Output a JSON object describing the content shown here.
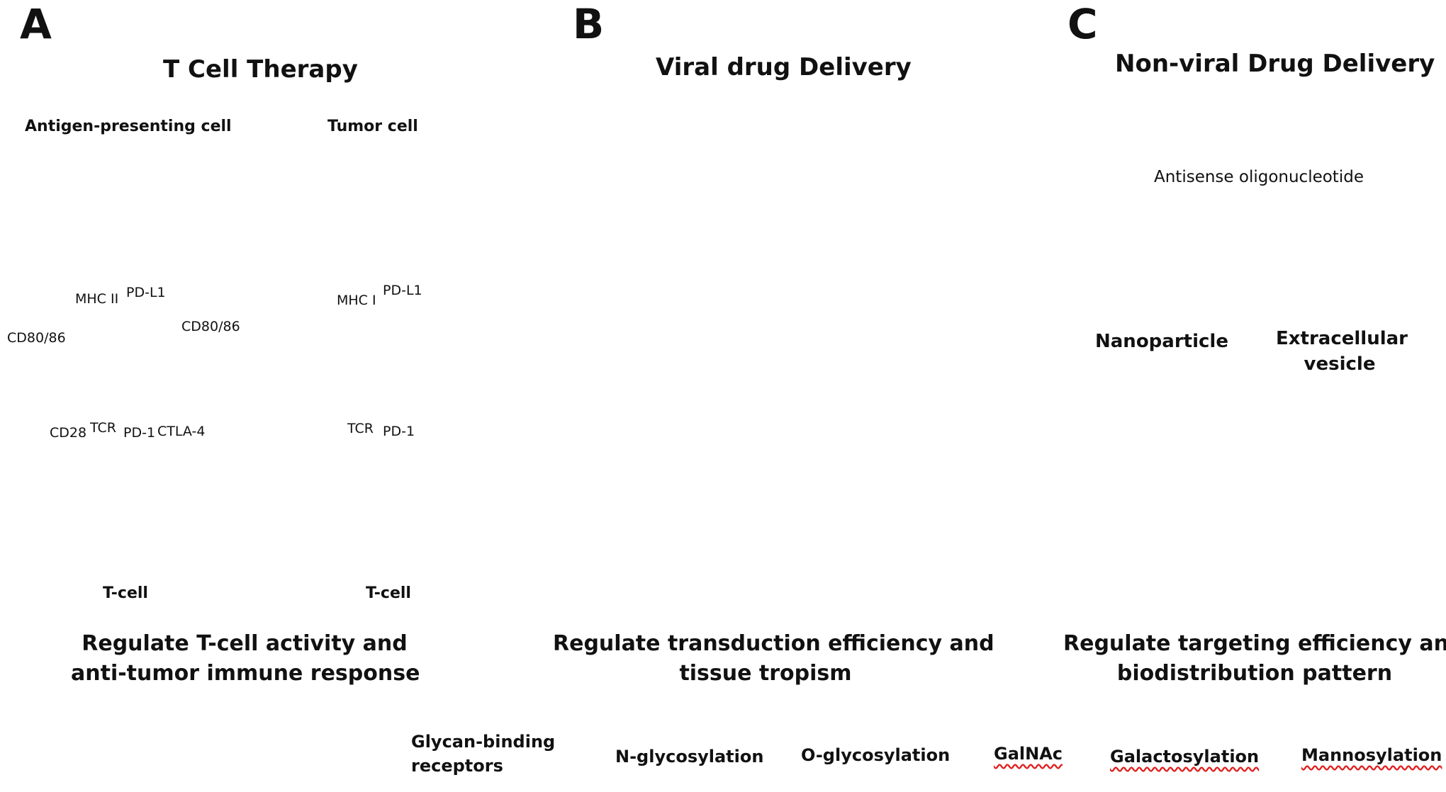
{
  "panels": {
    "a": {
      "letter": "A",
      "title": "T Cell Therapy",
      "apc_label": "Antigen-presenting cell",
      "tumor_label": "Tumor cell",
      "tcell_left": "T-cell",
      "tcell_right": "T-cell",
      "receptors": {
        "mhc2": "MHC II",
        "pdl1_left": "PD-L1",
        "cd8086_left": "CD80/86",
        "cd8086_right": "CD80/86",
        "cd28": "CD28",
        "tcr_left": "TCR",
        "pd1_left": "PD-1",
        "ctla4": "CTLA-4",
        "mhc1": "MHC I",
        "pdl1_right": "PD-L1",
        "tcr_right": "TCR",
        "pd1_right": "PD-1"
      },
      "caption_line1": "Regulate T-cell activity and",
      "caption_line2": "anti-tumor immune response"
    },
    "b": {
      "letter": "B",
      "title": "Viral drug Delivery",
      "caption_line1": "Regulate transduction efficiency and",
      "caption_line2": "tissue tropism"
    },
    "c": {
      "letter": "C",
      "title": "Non-viral Drug Delivery",
      "aso_label": "Antisense oligonucleotide",
      "nanoparticle_label": "Nanoparticle",
      "ev_label_line1": "Extracellular",
      "ev_label_line2": "vesicle",
      "caption_line1": "Regulate targeting efficiency and",
      "caption_line2": "biodistribution pattern"
    }
  },
  "legend": {
    "glycan_binding_line1": "Glycan-binding",
    "glycan_binding_line2": "receptors",
    "n_glyco": "N-glycosylation",
    "o_glyco": "O-glycosylation",
    "galnac": "GalNAc",
    "galacto": "Galactosylation",
    "manno": "Mannosylation"
  },
  "colors": {
    "nucleus_dark": "#2b4f8e",
    "apc_orange": "#f6b89a",
    "tcell_blue": "#bcd9ef",
    "tumor_green": "#dbeed3",
    "cell_yellow": "#f4c45a",
    "nucleus_teal": "#1aa1b7",
    "glycan_yellow": "#f5e84a",
    "glycan_blue": "#2a6fd8",
    "glycan_green": "#3e9a3e",
    "glycan_purple": "#9b3fbf",
    "fucose_red": "#d8262e"
  }
}
